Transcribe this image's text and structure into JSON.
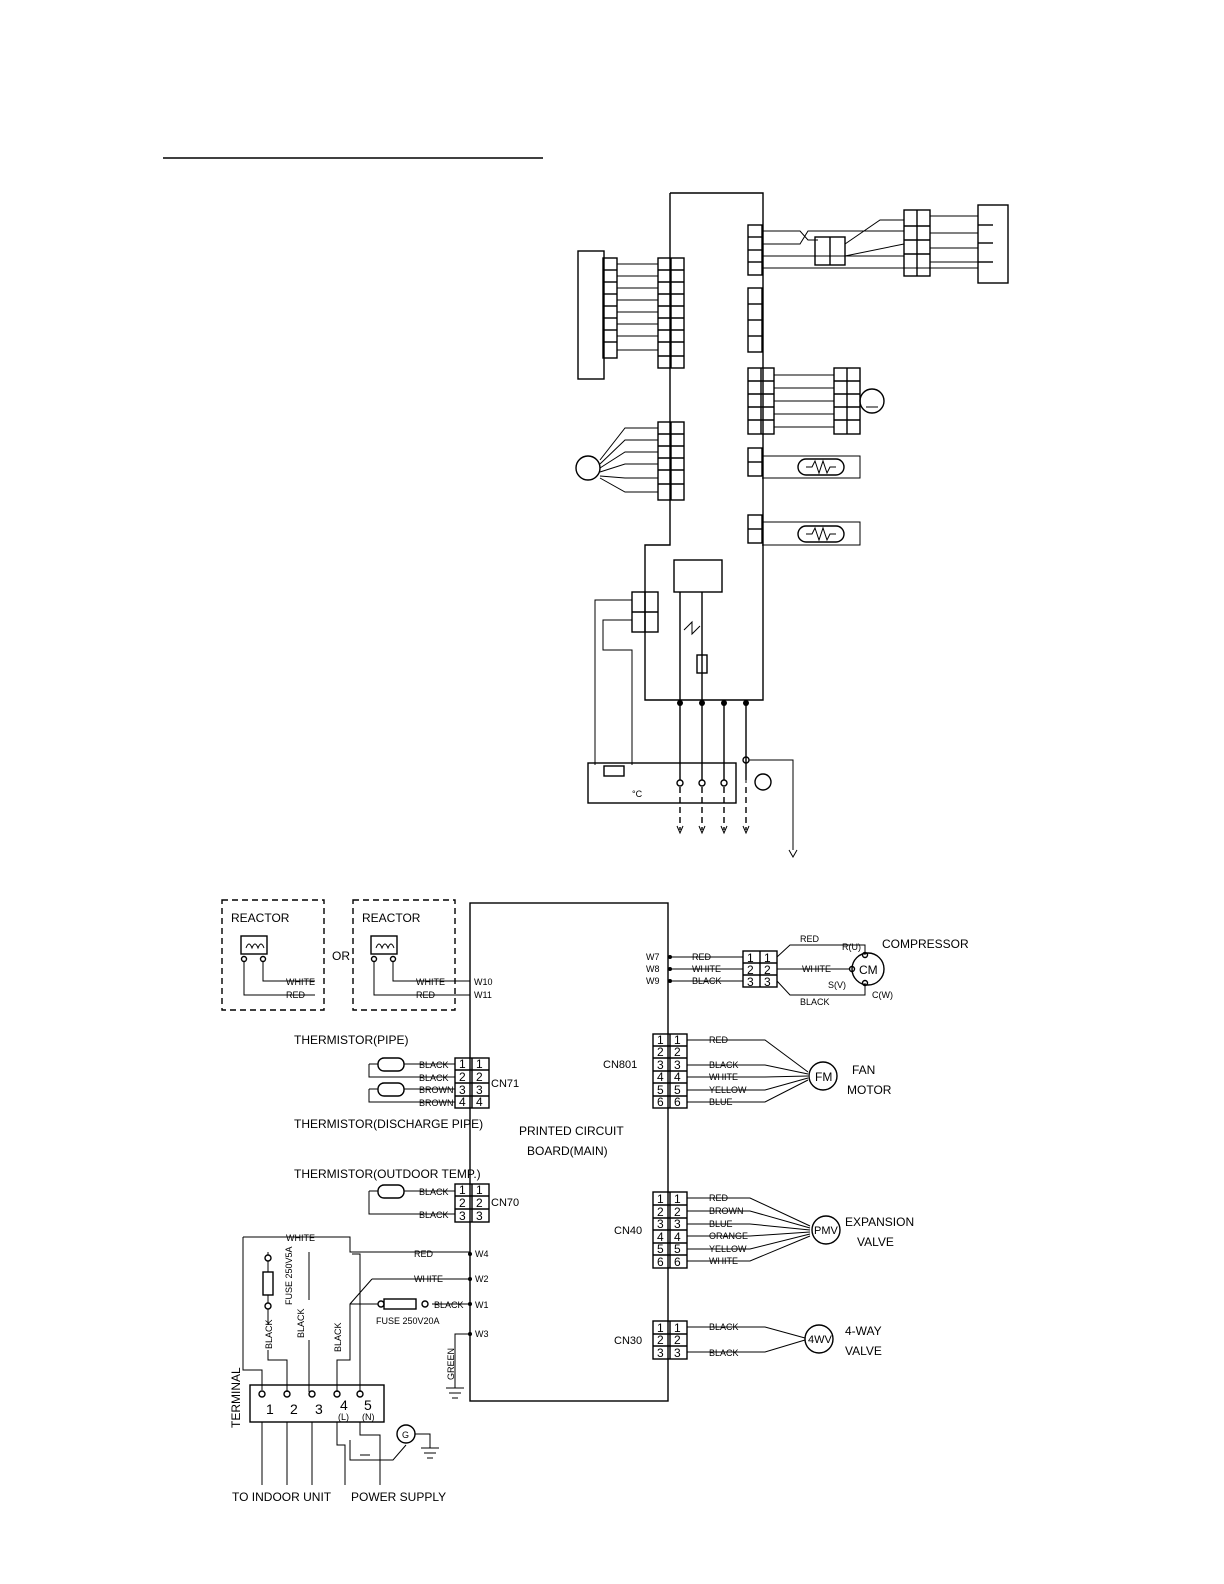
{
  "lower_diagram": {
    "reactor_1_label": "REACTOR",
    "reactor_2_label": "REACTOR",
    "or_label": "OR",
    "reactor_1_wire_top": "WHITE",
    "reactor_1_wire_bottom": "RED",
    "reactor_2_wire_top": "WHITE",
    "reactor_2_wire_bottom": "RED",
    "w10": "W10",
    "w11": "W11",
    "thermistor_pipe": "THERMISTOR(PIPE)",
    "thermistor_discharge": "THERMISTOR(DISCHARGE PIPE)",
    "thermistor_outdoor": "THERMISTOR(OUTDOOR TEMP.)",
    "cn71": "CN71",
    "cn70": "CN70",
    "cn71_wires": [
      "BLACK",
      "BLACK",
      "BROWN",
      "BROWN"
    ],
    "cn70_wires": [
      "BLACK",
      "BLACK"
    ],
    "pcb_line1": "PRINTED CIRCUIT",
    "pcb_line2": "BOARD(MAIN)",
    "w7": "W7",
    "w8": "W8",
    "w9": "W9",
    "w7_wire": "RED",
    "w8_wire": "WHITE",
    "w9_wire": "BLACK",
    "comp_red": "RED",
    "comp_white": "WHITE",
    "comp_black": "BLACK",
    "ru": "R(U)",
    "sv": "S(V)",
    "cw": "C(W)",
    "cm": "CM",
    "compressor": "COMPRESSOR",
    "cn801": "CN801",
    "cn801_wires": [
      "RED",
      "",
      "BLACK",
      "WHITE",
      "YELLOW",
      "BLUE"
    ],
    "fm": "FM",
    "fan_line1": "FAN",
    "fan_line2": "MOTOR",
    "cn40": "CN40",
    "cn40_wires": [
      "RED",
      "BROWN",
      "BLUE",
      "ORANGE",
      "YELLOW",
      "WHITE"
    ],
    "pmv": "PMV",
    "exp_line1": "EXPANSION",
    "exp_line2": "VALVE",
    "cn30": "CN30",
    "cn30_wires": [
      "BLACK",
      "BLACK"
    ],
    "fwv": "4WV",
    "fourway_line1": "4-WAY",
    "fourway_line2": "VALVE",
    "white_top": "WHITE",
    "red_w4": "RED",
    "w4": "W4",
    "white_w2": "WHITE",
    "w2": "W2",
    "black_w1": "BLACK",
    "w1": "W1",
    "w3": "W3",
    "fuse_small": "FUSE 250V5A",
    "fuse_large": "FUSE 250V20A",
    "green": "GREEN",
    "black_v1": "BLACK",
    "black_v2": "BLACK",
    "black_v3": "BLACK",
    "terminal": "TERMINAL",
    "term_1": "1",
    "term_2": "2",
    "term_3": "3",
    "term_4": "4",
    "term_5": "5",
    "term_l": "(L)",
    "term_n": "(N)",
    "ground_g": "G",
    "to_indoor": "TO INDOOR UNIT",
    "power_supply": "POWER SUPPLY",
    "pin_numbers": [
      "1",
      "2",
      "3",
      "4",
      "5",
      "6"
    ]
  },
  "upper_diagram": {
    "celsius": "°C"
  }
}
